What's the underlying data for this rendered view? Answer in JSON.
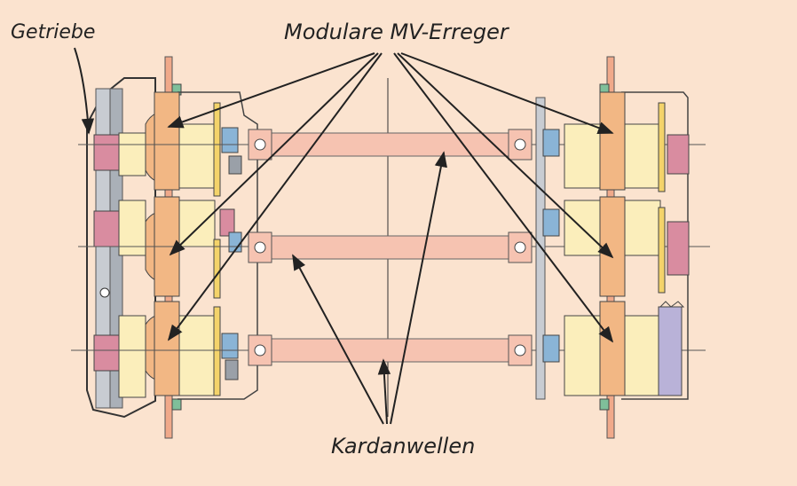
{
  "labels": {
    "gearbox": "Getriebe",
    "exciters": "Modulare MV-Erreger",
    "cardan_shafts": "Kardanwellen"
  },
  "colors": {
    "background": "#fbe3cf",
    "exciter_body": "#f2b784",
    "cream_part": "#fbeebb",
    "pink_part": "#d98ca0",
    "grey_part": "#9aa0a8",
    "blue_part": "#8ab4d6",
    "shaft": "#f6c3b1",
    "yellow_plate": "#f4d36a",
    "green_part": "#7fbf9a",
    "line": "#333333"
  }
}
